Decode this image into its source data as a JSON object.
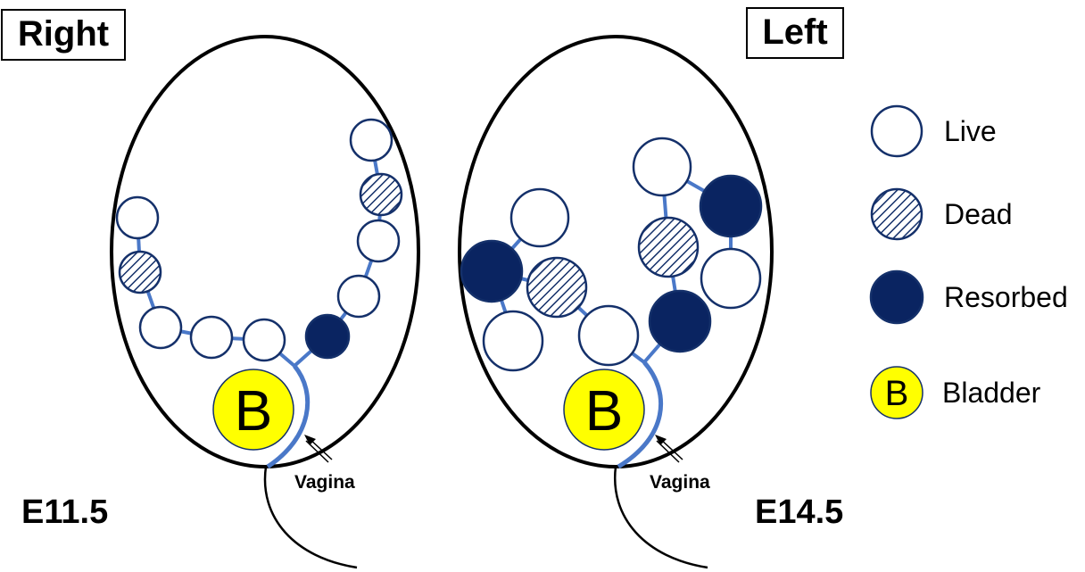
{
  "panels": {
    "right": {
      "label": "Right",
      "stage": "E11.5",
      "bladder_letter": "B",
      "vagina_label": "Vagina"
    },
    "left": {
      "label": "Left",
      "stage": "E14.5",
      "bladder_letter": "B",
      "vagina_label": "Vagina"
    }
  },
  "legend": {
    "live": "Live",
    "dead": "Dead",
    "resorbed": "Resorbed",
    "bladder": "Bladder",
    "bladder_letter": "B"
  },
  "colors": {
    "outline": "#000000",
    "embryo_border": "#14306a",
    "resorbed_fill": "#0a2461",
    "horn_line": "#4a78c8",
    "bladder_fill": "#ffff00"
  }
}
